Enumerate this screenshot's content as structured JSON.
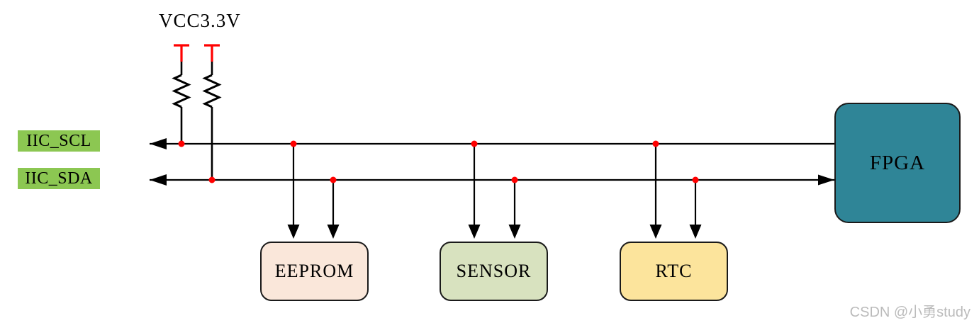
{
  "labels": {
    "power": "VCC3.3V",
    "scl": "IIC_SCL",
    "sda": "IIC_SDA"
  },
  "blocks": {
    "fpga": {
      "label": "FPGA",
      "fill": "#2F8597"
    },
    "eeprom": {
      "label": "EEPROM",
      "fill": "#FAE7DA"
    },
    "sensor": {
      "label": "SENSOR",
      "fill": "#D8E2BF"
    },
    "rtc": {
      "label": "RTC",
      "fill": "#FCE49C"
    }
  },
  "colors": {
    "bus_label_bg": "#8CC752",
    "junction_dot": "#FF0000",
    "power_symbol": "#FF0000",
    "wire": "#000000",
    "block_border": "#1A1A1A",
    "watermark": "#BBBBBB"
  },
  "watermark": "CSDN @小勇study"
}
